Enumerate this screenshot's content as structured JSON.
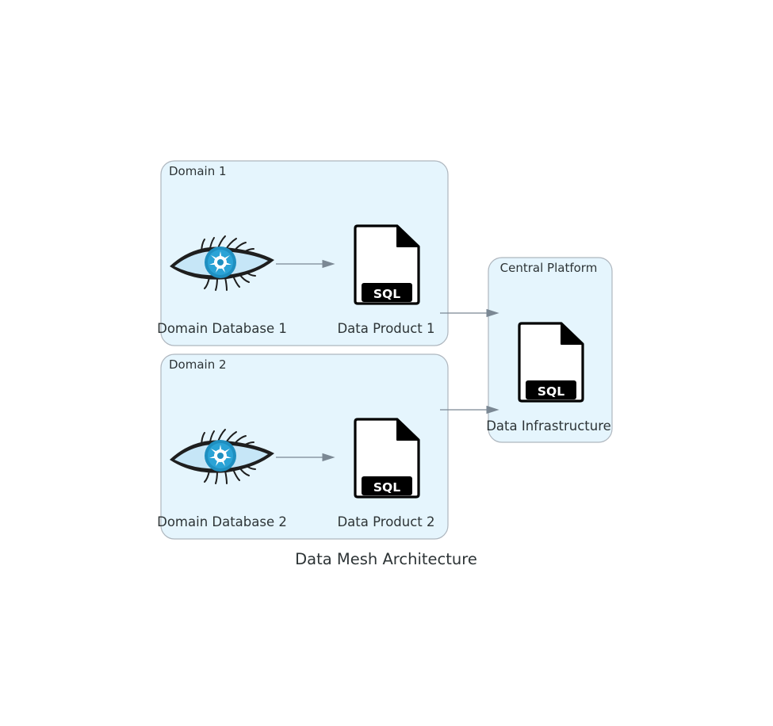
{
  "title": "Data Mesh Architecture",
  "clusters": {
    "domain1": {
      "label": "Domain 1"
    },
    "domain2": {
      "label": "Domain 2"
    },
    "central": {
      "label": "Central Platform"
    }
  },
  "nodes": {
    "db1": {
      "label": "Domain Database 1",
      "icon": "cassandra-eye-icon"
    },
    "dp1": {
      "label": "Data Product 1",
      "icon": "sql-file-icon",
      "badge": "SQL"
    },
    "db2": {
      "label": "Domain Database 2",
      "icon": "cassandra-eye-icon"
    },
    "dp2": {
      "label": "Data Product 2",
      "icon": "sql-file-icon",
      "badge": "SQL"
    },
    "infra": {
      "label": "Data Infrastructure",
      "icon": "sql-file-icon",
      "badge": "SQL"
    }
  },
  "edges": [
    {
      "from": "Domain Database 1",
      "to": "Data Product 1"
    },
    {
      "from": "Domain Database 2",
      "to": "Data Product 2"
    },
    {
      "from": "Domain 1",
      "to": "Central Platform"
    },
    {
      "from": "Domain 2",
      "to": "Central Platform"
    }
  ],
  "colors": {
    "cluster_fill": "#e5f5fd",
    "cluster_stroke": "#aeb6be",
    "edge": "#7b8894",
    "text": "#2d3436",
    "eye_iris": "#1f8fc0",
    "eye_white": "#c6e6f7"
  }
}
